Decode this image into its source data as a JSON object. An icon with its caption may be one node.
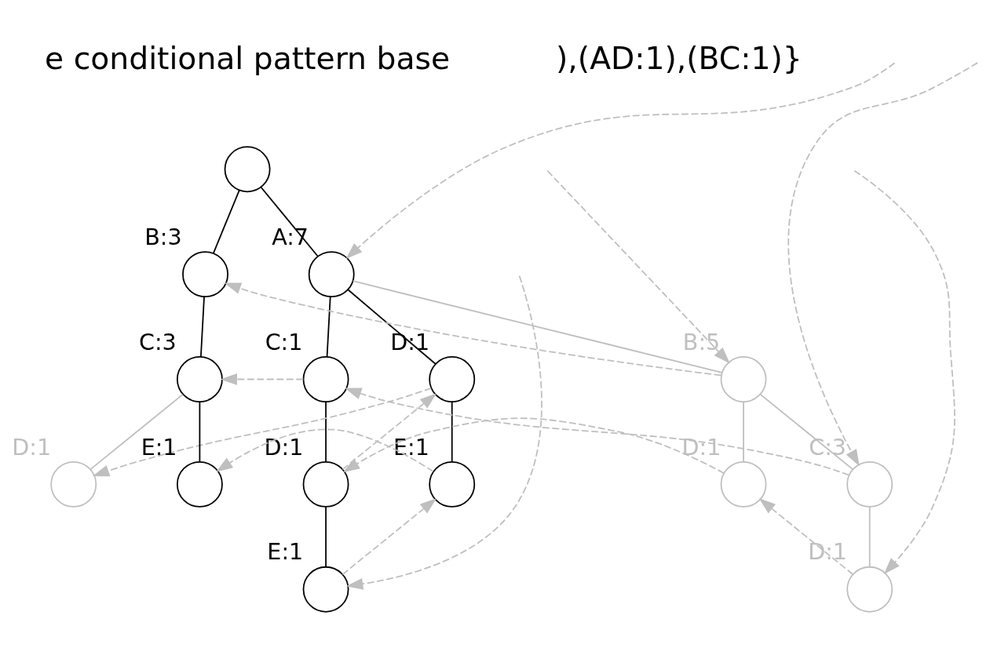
{
  "diagram": {
    "nodes": [
      {
        "text": [],
        "shape": "circle"
      },
      {
        "text": [],
        "shape": "circle",
        "beside": [
          "A:7"
        ]
      },
      {
        "text": [],
        "shape": "circle",
        "beside": [
          "B:3"
        ]
      },
      {
        "text": [],
        "shape": "circle",
        "beside": [
          "B:5"
        ]
      },
      {
        "text": [],
        "shape": "circle",
        "beside": [
          "C:1"
        ]
      },
      {
        "text": [],
        "shape": "circle",
        "beside": [
          "D:1"
        ]
      },
      {
        "text": [],
        "shape": "circle",
        "beside": [
          "C:3"
        ]
      },
      {
        "text": [],
        "shape": "circle",
        "beside": [
          "C:3"
        ]
      },
      {
        "text": [],
        "shape": "circle",
        "beside": [
          "D:1"
        ]
      },
      {
        "text": [],
        "shape": "circle",
        "beside": [
          "D:1"
        ]
      },
      {
        "text": [],
        "shape": "circle",
        "beside": [
          "E:1"
        ]
      },
      {
        "text": [],
        "shape": "circle",
        "beside": [
          "D:1"
        ]
      },
      {
        "text": [],
        "shape": "circle",
        "beside": [
          "E:1"
        ]
      },
      {
        "text": [],
        "shape": "circle",
        "beside": [
          "D:1"
        ]
      },
      {
        "text": [],
        "shape": "circle",
        "beside": [
          "E:1"
        ]
      }
    ],
    "edges": [
      {
        "from": 0,
        "to": 1,
        "arrow": "none",
        "color": "#000000"
      },
      {
        "from": 0,
        "to": 2,
        "arrow": "none",
        "color": "#000000"
      },
      {
        "from": 1,
        "to": 3,
        "arrow": "none",
        "color": "#bfbfbf"
      },
      {
        "from": 1,
        "to": 4,
        "arrow": "none",
        "color": "#000000"
      },
      {
        "from": 1,
        "to": 5,
        "arrow": "none",
        "color": "#000000"
      },
      {
        "from": 2,
        "to": 6,
        "arrow": "none",
        "color": "#000000"
      },
      {
        "from": 3,
        "to": 7,
        "arrow": "none",
        "color": "#bfbfbf"
      },
      {
        "from": 3,
        "to": 8,
        "arrow": "none",
        "color": "#bfbfbf"
      },
      {
        "from": 4,
        "to": 9,
        "arrow": "none",
        "color": "#000000"
      },
      {
        "from": 5,
        "to": 10,
        "arrow": "none",
        "color": "#000000"
      },
      {
        "from": 6,
        "to": 11,
        "arrow": "none",
        "color": "#bfbfbf"
      },
      {
        "from": 6,
        "to": 12,
        "arrow": "none",
        "color": "#000000"
      },
      {
        "from": 7,
        "to": 13,
        "arrow": "none",
        "color": "#bfbfbf"
      },
      {
        "from": 9,
        "to": 14,
        "arrow": "none",
        "color": "#000000"
      },
      {
        "from": null,
        "to": 1,
        "arrow": "to",
        "style": "dashed",
        "color": "#bfbfbf"
      },
      {
        "from": null,
        "to": 3,
        "arrow": "to",
        "style": "dashed",
        "color": "#bfbfbf"
      },
      {
        "from": 3,
        "to": 2,
        "arrow": "to",
        "style": "dashed",
        "color": "#bfbfbf"
      },
      {
        "from": null,
        "to": 7,
        "arrow": "to",
        "style": "dashed",
        "color": "#bfbfbf"
      },
      {
        "from": 7,
        "to": 4,
        "arrow": "to",
        "style": "dashed",
        "color": "#bfbfbf"
      },
      {
        "from": 4,
        "to": 6,
        "arrow": "to",
        "style": "dashed",
        "color": "#bfbfbf"
      },
      {
        "from": null,
        "to": 13,
        "arrow": "to",
        "style": "dashed",
        "color": "#bfbfbf"
      },
      {
        "from": 13,
        "to": 8,
        "arrow": "to",
        "style": "dashed",
        "color": "#bfbfbf"
      },
      {
        "from": 8,
        "to": 9,
        "arrow": "to",
        "style": "dashed",
        "color": "#bfbfbf"
      },
      {
        "from": 9,
        "to": 5,
        "arrow": "to",
        "style": "dashed",
        "color": "#bfbfbf"
      },
      {
        "from": 5,
        "to": 11,
        "arrow": "to",
        "style": "dashed",
        "color": "#bfbfbf"
      },
      {
        "from": null,
        "to": 14,
        "arrow": "to",
        "style": "dashed",
        "color": "#bfbfbf"
      },
      {
        "from": 14,
        "to": 10,
        "arrow": "to",
        "style": "dashed",
        "color": "#bfbfbf"
      },
      {
        "from": 10,
        "to": 12,
        "arrow": "to",
        "style": "dashed",
        "color": "#bfbfbf"
      }
    ],
    "labels": [
      "e conditional pattern base",
      "),(AD:1),(BC:1)}"
    ]
  }
}
